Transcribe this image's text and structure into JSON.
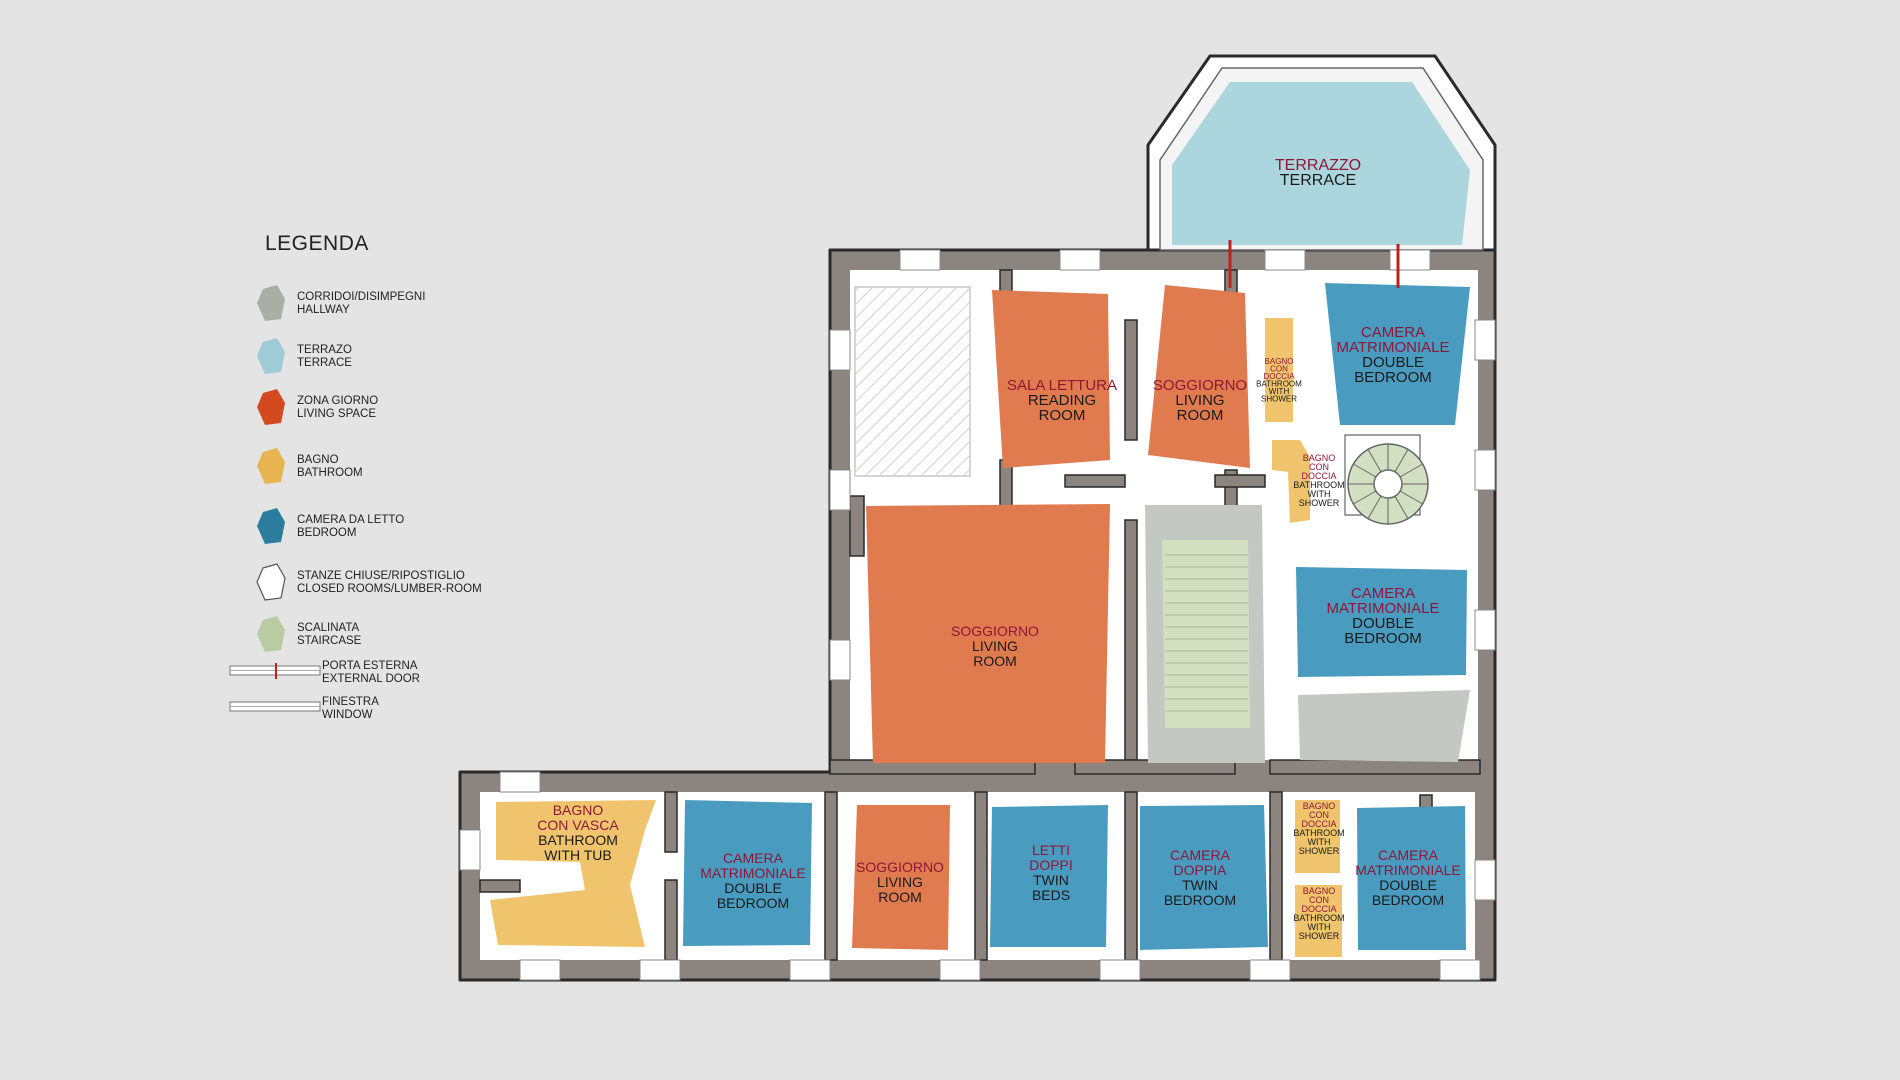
{
  "legend": {
    "title": "LEGENDA",
    "items": [
      {
        "lines": [
          "CORRIDOI/DISIMPEGNI",
          "HALLWAY"
        ],
        "color": "#a9afa5",
        "icon": "hallway-swatch-icon"
      },
      {
        "lines": [
          "TERRAZO",
          "TERRACE"
        ],
        "color": "#9dcbd6",
        "icon": "terrace-swatch-icon"
      },
      {
        "lines": [
          "ZONA GIORNO",
          "LIVING SPACE"
        ],
        "color": "#d24a1e",
        "icon": "living-space-swatch-icon"
      },
      {
        "lines": [
          "BAGNO",
          "BATHROOM"
        ],
        "color": "#e7b54f",
        "icon": "bathroom-swatch-icon"
      },
      {
        "lines": [
          "CAMERA DA LETTO",
          "BEDROOM"
        ],
        "color": "#2a7d9c",
        "icon": "bedroom-swatch-icon"
      },
      {
        "lines": [
          "STANZE CHIUSE/RIPOSTIGLIO",
          "CLOSED ROOMS/LUMBER-ROOM"
        ],
        "color": "#ffffff",
        "icon": "closed-room-swatch-icon"
      },
      {
        "lines": [
          "SCALINATA",
          "STAIRCASE"
        ],
        "color": "#b7cca0",
        "icon": "staircase-swatch-icon"
      }
    ],
    "door": {
      "lines": [
        "PORTA ESTERNA",
        "EXTERNAL DOOR"
      ],
      "icon": "external-door-symbol-icon",
      "color": "#c02020"
    },
    "window": {
      "lines": [
        "FINESTRA",
        "WINDOW"
      ],
      "icon": "window-symbol-icon"
    }
  },
  "colors": {
    "wall": "#8c847f",
    "wall_stroke": "#2a2a2a",
    "living": "#e07a4f",
    "bedroom": "#4a9bc0",
    "bathroom": "#f0c46c",
    "terrace": "#acd6dd",
    "hallway": "#c3c8c2",
    "stairs": "#d2dfc0",
    "closed": "#ffffff",
    "label_it": "#8e1738",
    "label_en": "#1a1a1a"
  },
  "rooms": {
    "terrace": {
      "it": [
        "TERRAZZO"
      ],
      "en": [
        "TERRACE"
      ]
    },
    "bedroom_ne": {
      "it": [
        "CAMERA",
        "MATRIMONIALE"
      ],
      "en": [
        "DOUBLE",
        "BEDROOM"
      ]
    },
    "reading_room": {
      "it": [
        "SALA LETTURA"
      ],
      "en": [
        "READING",
        "ROOM"
      ]
    },
    "living_top": {
      "it": [
        "SOGGIORNO"
      ],
      "en": [
        "LIVING",
        "ROOM"
      ]
    },
    "bath_top": {
      "it": [
        "BAGNO",
        "CON",
        "DOCCIA"
      ],
      "en": [
        "BATHROOM",
        "WITH",
        "SHOWER"
      ]
    },
    "bath_stair": {
      "it": [
        "BAGNO",
        "CON",
        "DOCCIA"
      ],
      "en": [
        "BATHROOM",
        "WITH",
        "SHOWER"
      ]
    },
    "living_main": {
      "it": [
        "SOGGIORNO"
      ],
      "en": [
        "LIVING",
        "ROOM"
      ]
    },
    "bedroom_east": {
      "it": [
        "CAMERA",
        "MATRIMONIALE"
      ],
      "en": [
        "DOUBLE",
        "BEDROOM"
      ]
    },
    "bath_tub": {
      "it": [
        "BAGNO",
        "CON VASCA"
      ],
      "en": [
        "BATHROOM",
        "WITH TUB"
      ]
    },
    "bedroom_sw": {
      "it": [
        "CAMERA",
        "MATRIMONIALE"
      ],
      "en": [
        "DOUBLE",
        "BEDROOM"
      ]
    },
    "living_small": {
      "it": [
        "SOGGIORNO"
      ],
      "en": [
        "LIVING",
        "ROOM"
      ]
    },
    "twin_beds": {
      "it": [
        "LETTI",
        "DOPPI"
      ],
      "en": [
        "TWIN",
        "BEDS"
      ]
    },
    "twin_bedroom": {
      "it": [
        "CAMERA",
        "DOPPIA"
      ],
      "en": [
        "TWIN",
        "BEDROOM"
      ]
    },
    "bath_se1": {
      "it": [
        "BAGNO",
        "CON",
        "DOCCIA"
      ],
      "en": [
        "BATHROOM",
        "WITH",
        "SHOWER"
      ]
    },
    "bath_se2": {
      "it": [
        "BAGNO",
        "CON",
        "DOCCIA"
      ],
      "en": [
        "BATHROOM",
        "WITH",
        "SHOWER"
      ]
    },
    "bedroom_se": {
      "it": [
        "CAMERA",
        "MATRIMONIALE"
      ],
      "en": [
        "DOUBLE",
        "BEDROOM"
      ]
    }
  }
}
